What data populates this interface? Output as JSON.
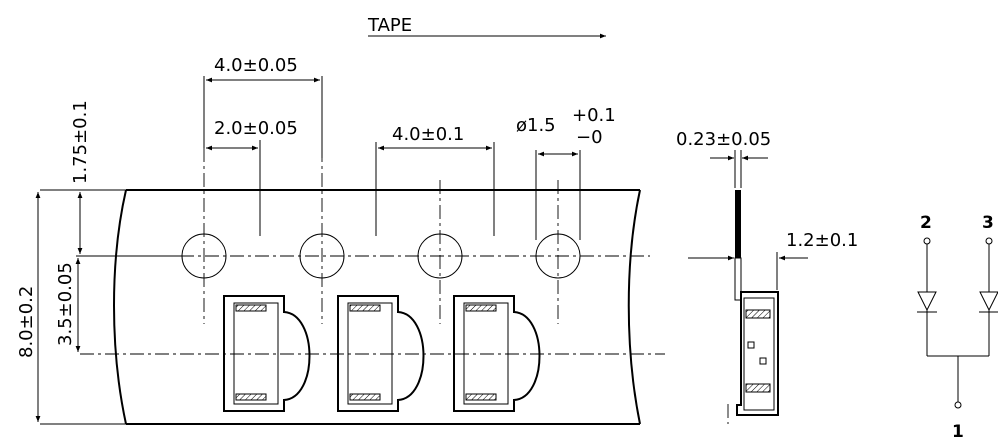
{
  "tape_label": "TAPE",
  "dimensions": {
    "pitch_outer": "4.0±0.05",
    "pitch_half": "2.0±0.05",
    "hole_pitch": "4.0±0.1",
    "hole_diameter_base": "ø1.5",
    "hole_diameter_plus": "+0.1",
    "hole_diameter_minus": "−0",
    "edge_to_hole": "1.75±0.1",
    "hole_to_pocket": "3.5±0.05",
    "tape_width": "8.0±0.2",
    "thickness": "0.23±0.05",
    "pocket_depth": "1.2±0.1"
  },
  "schematic": {
    "pins": [
      "2",
      "3",
      "1"
    ]
  }
}
